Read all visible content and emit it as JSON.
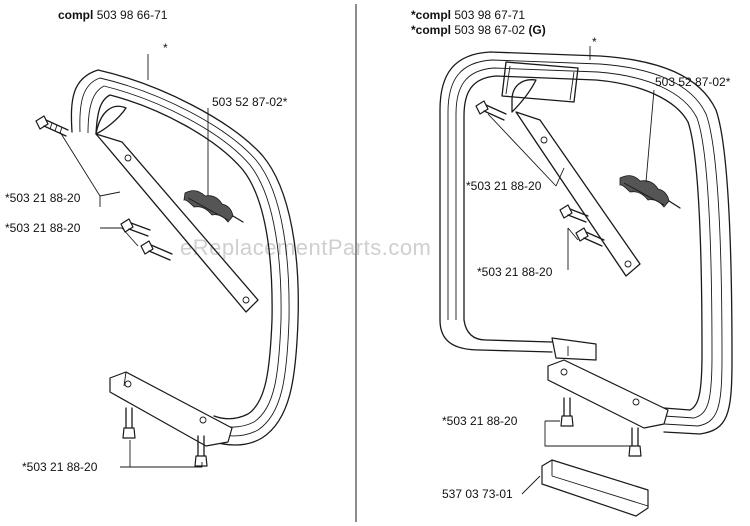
{
  "watermark": "eReplacementParts.com",
  "left": {
    "title_prefix": "compl",
    "title_number": "503 98 66-71",
    "labels": {
      "bar_mark": "*",
      "spring": "503 52 87-02*",
      "bolt_upper": "*503 21 88-20",
      "bolts_middle": "*503 21 88-20",
      "bolt_bottom": "*503 21 88-20"
    }
  },
  "right": {
    "title1_prefix": "*compl",
    "title1_number": "503 98 67-71",
    "title2_prefix": "*compl",
    "title2_number": "503 98 67-02",
    "title2_suffix": "(G)",
    "labels": {
      "bar_mark": "*",
      "spring": "503 52 87-02*",
      "bolt_upper": "*503 21 88-20",
      "bolts_middle": "*503 21 88-20",
      "bolts_bottom": "*503 21 88-20",
      "plate": "537 03 73-01"
    }
  }
}
